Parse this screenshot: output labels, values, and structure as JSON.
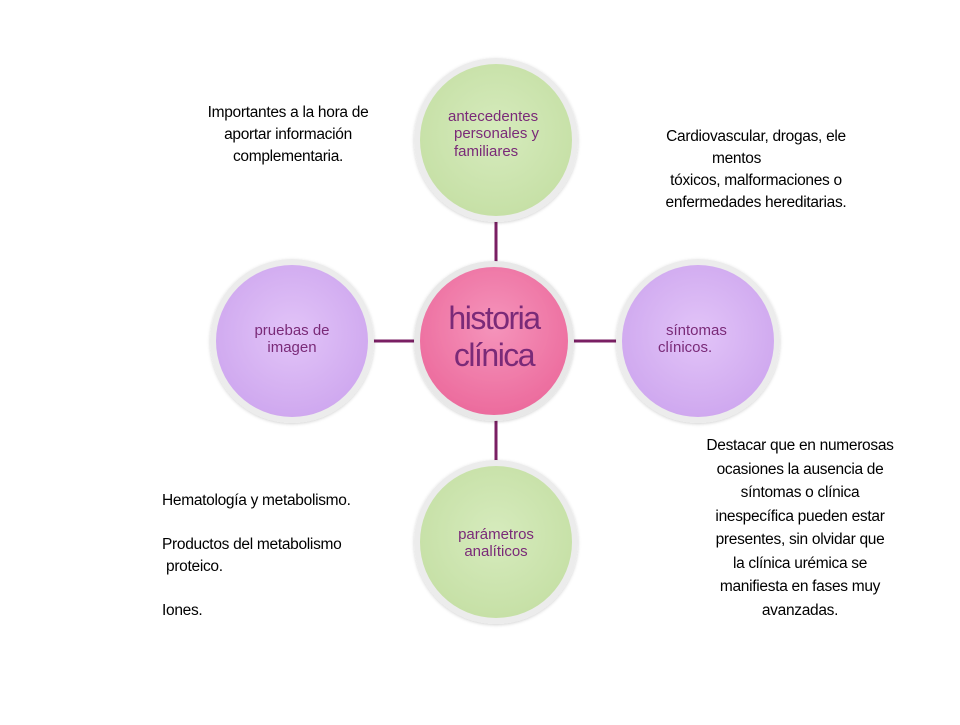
{
  "diagram": {
    "center": {
      "label_line1": "historia",
      "label_line2": "clínica",
      "fill": "#f07aa8",
      "ring": "#e5e5e5"
    },
    "nodes": [
      {
        "id": "antecedentes",
        "lines": [
          "antecedentes",
          "personales  y",
          "familiares"
        ],
        "fill": "#cfe6b4"
      },
      {
        "id": "sintomas",
        "lines": [
          "síntomas",
          "clínicos."
        ],
        "fill": "#d9b7f3"
      },
      {
        "id": "parametros",
        "lines": [
          "parámetros",
          "analíticos"
        ],
        "fill": "#cfe6b4"
      },
      {
        "id": "pruebas",
        "lines": [
          "pruebas de",
          "imagen"
        ],
        "fill": "#d9b7f3"
      }
    ],
    "connector_color": "#7a1f63",
    "text_color": "#7a2a78"
  },
  "notes": {
    "top_left": [
      "Importantes  a la hora de",
      "aportar información",
      "complementaria."
    ],
    "top_right": [
      "Cardiovascular, drogas, ele",
      "mentos",
      "tóxicos, malformaciones o",
      "enfermedades hereditarias."
    ],
    "bottom_right": [
      "Destacar que en numerosas",
      "ocasiones la ausencia de",
      "síntomas o clínica",
      "inespecífica pueden estar",
      "presentes, sin olvidar que",
      "la clínica urémica se",
      "manifiesta en fases muy",
      "avanzadas."
    ],
    "bottom_left": {
      "item1": "Hematología y metabolismo.",
      "item2_line1": "Productos del metabolismo",
      "item2_line2": "proteico.",
      "item3": "Iones."
    }
  }
}
